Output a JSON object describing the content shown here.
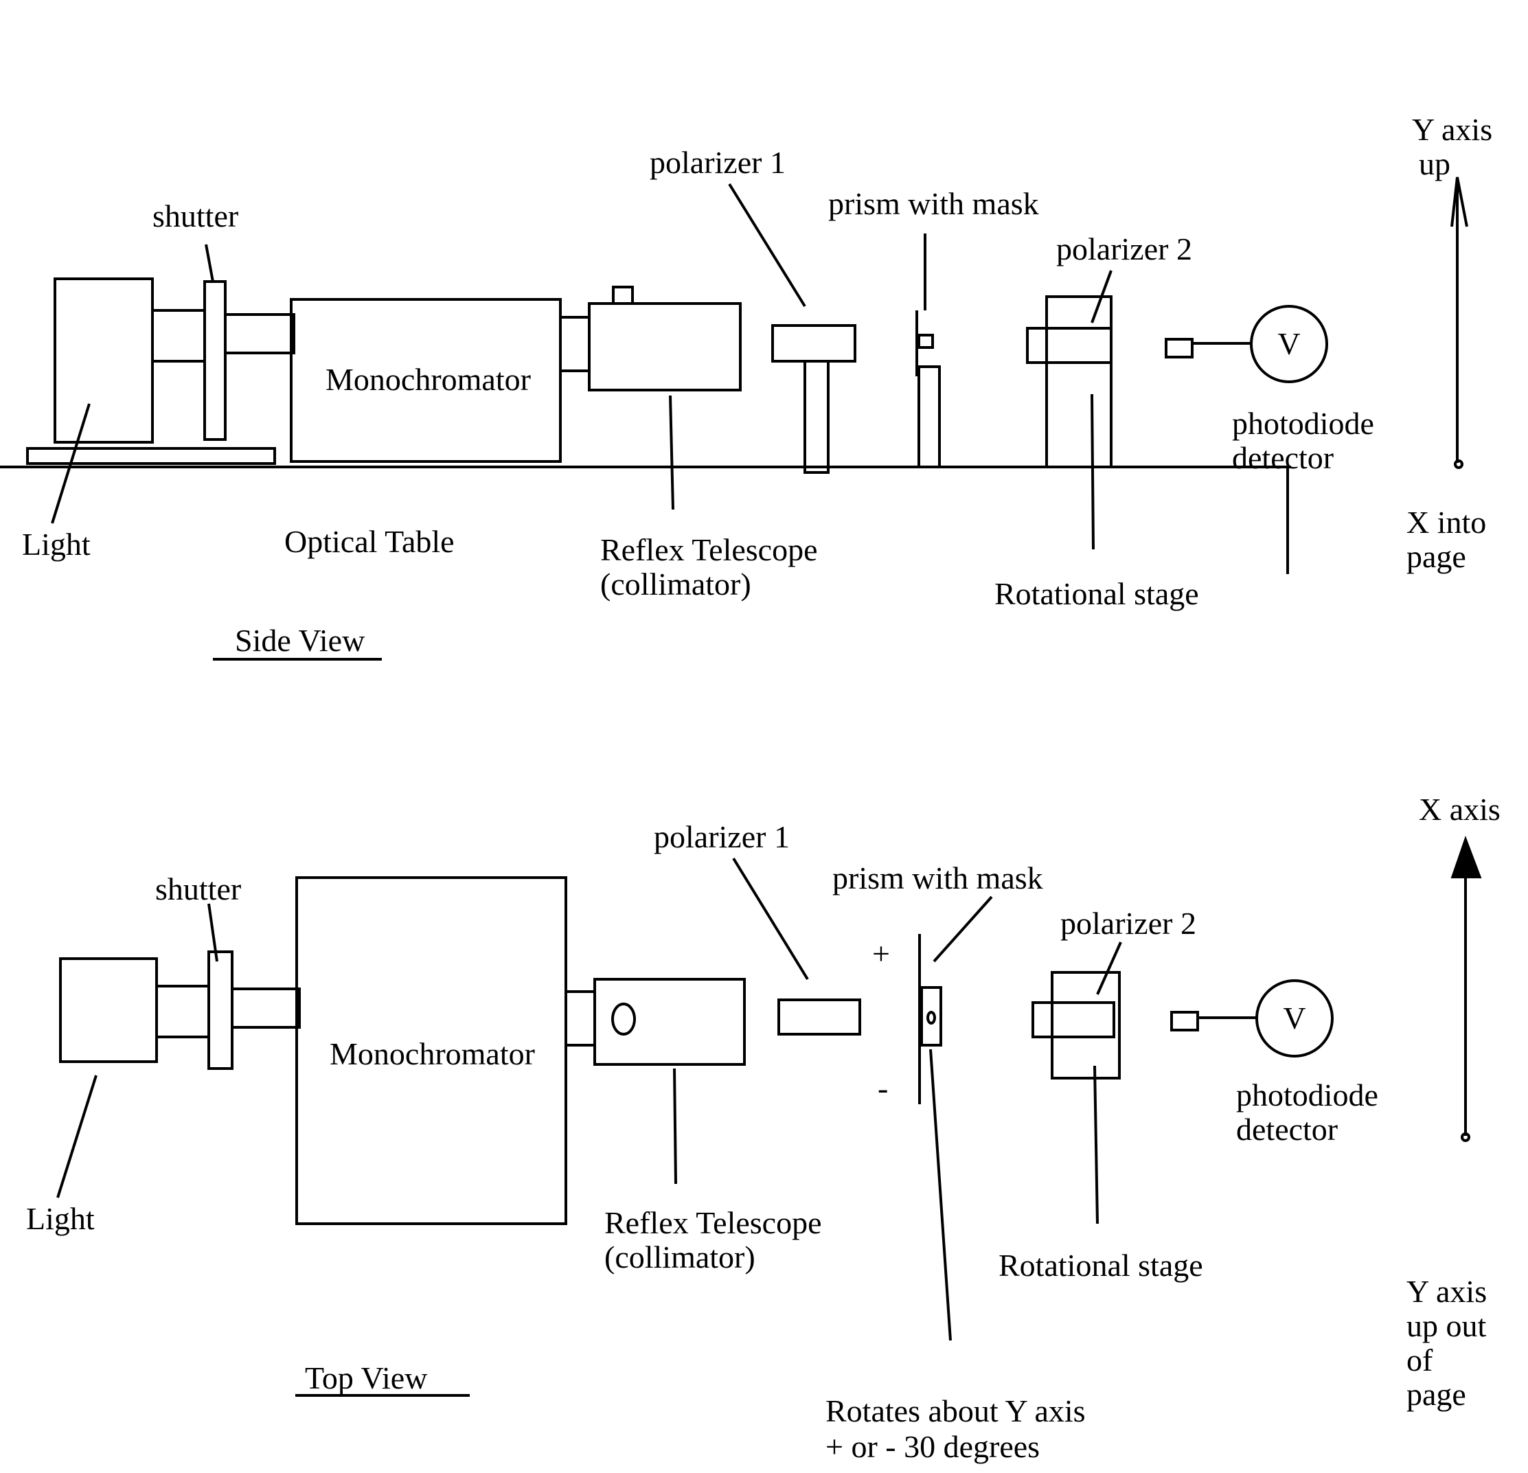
{
  "side_view": {
    "title": "Side View",
    "light": "Light",
    "shutter": "shutter",
    "monochromator": "Monochromator",
    "optical_table": "Optical Table",
    "telescope_line1": "Reflex Telescope",
    "telescope_line2": "(collimator)",
    "polarizer1": "polarizer 1",
    "prism": "prism with mask",
    "polarizer2": "polarizer 2",
    "rotational_stage": "Rotational stage",
    "detector_line1": "photodiode",
    "detector_line2": "detector",
    "voltmeter": "V",
    "axis_up_line1": "Y axis",
    "axis_up_line2": "up",
    "axis_into_line1": "X into",
    "axis_into_line2": "page"
  },
  "top_view": {
    "title": "Top View",
    "light": "Light",
    "shutter": "shutter",
    "monochromator": "Monochromator",
    "telescope_line1": "Reflex Telescope",
    "telescope_line2": "(collimator)",
    "polarizer1": "polarizer 1",
    "prism": "prism with mask",
    "polarizer2": "polarizer 2",
    "rotational_stage": "Rotational stage",
    "detector_line1": "photodiode",
    "detector_line2": "detector",
    "voltmeter": "V",
    "plus": "+",
    "minus": "-",
    "rotates_line1": "Rotates about Y axis",
    "rotates_line2": "+ or - 30 degrees",
    "axis_x": "X axis",
    "axis_y_line1": "Y axis",
    "axis_y_line2": "up out",
    "axis_y_line3": "of",
    "axis_y_line4": "page"
  }
}
